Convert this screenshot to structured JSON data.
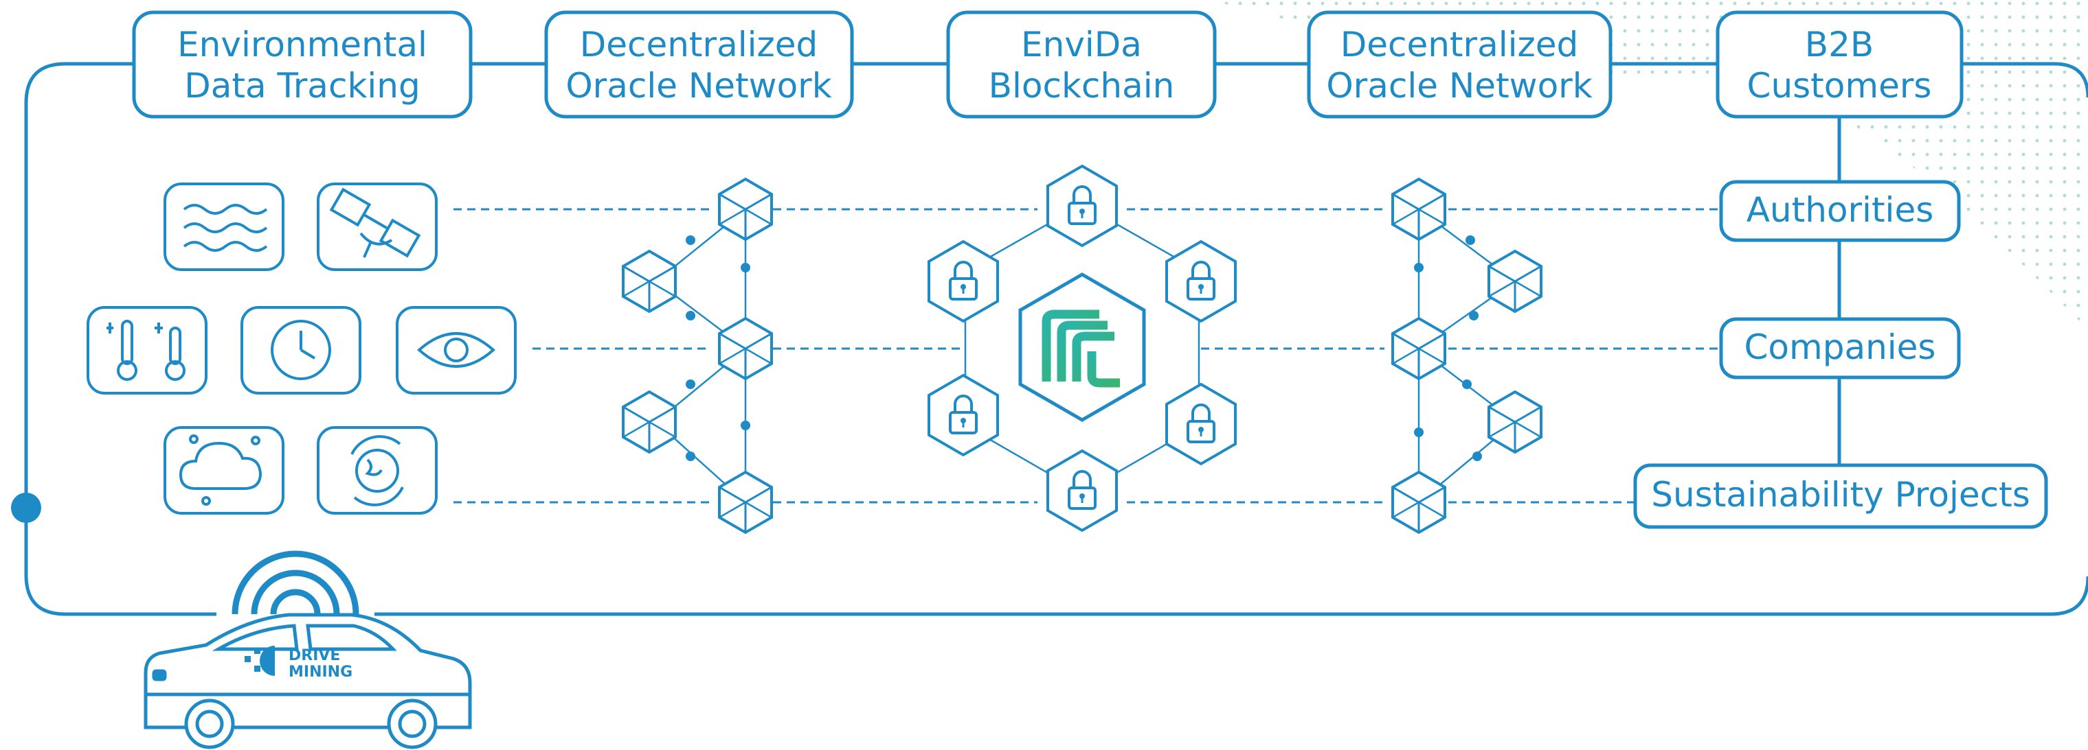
{
  "colors": {
    "line": "#1f8bc6",
    "dots": "#9fd6cf",
    "logo_teal": "#2bb3a6",
    "logo_green": "#3db36e",
    "background": "#ffffff"
  },
  "header": {
    "stages": [
      {
        "line1": "Environmental",
        "line2": "Data Tracking"
      },
      {
        "line1": "Decentralized",
        "line2": "Oracle Network"
      },
      {
        "line1": "EnviDa",
        "line2": "Blockchain"
      },
      {
        "line1": "Decentralized",
        "line2": "Oracle Network"
      },
      {
        "line1": "B2B",
        "line2": "Customers"
      }
    ]
  },
  "sensors": {
    "icons": [
      "water-waves-icon",
      "satellite-icon",
      "thermometer-icon",
      "clock-icon",
      "eye-icon",
      "cloud-icon",
      "globe-recycle-icon"
    ]
  },
  "blockchain": {
    "logo": "envida-logo",
    "node_icon": "padlock-icon",
    "oracle_node_icon": "cube-icon"
  },
  "customers": {
    "items": [
      "Authorities",
      "Companies",
      "Sustainability Projects"
    ]
  },
  "vehicle": {
    "brand_line1": "DRIVE",
    "brand_line2": "MINING",
    "icons": [
      "car-icon",
      "signal-waves-icon"
    ]
  }
}
